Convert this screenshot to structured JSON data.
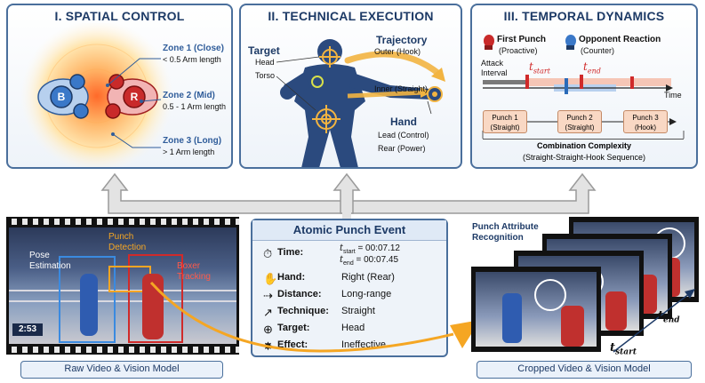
{
  "panels": {
    "spatial": {
      "title": "I. SPATIAL CONTROL",
      "zone1_title": "Zone 1 (Close)",
      "zone1_desc": "< 0.5 Arm length",
      "zone2_title": "Zone 2 (Mid)",
      "zone2_desc": "0.5 - 1 Arm length",
      "zone3_title": "Zone 3 (Long)",
      "zone3_desc": "> 1 Arm length",
      "blue_label": "B",
      "red_label": "R"
    },
    "technical": {
      "title": "II. TECHNICAL EXECUTION",
      "target_title": "Target",
      "target_head": "Head",
      "target_torso": "Torso",
      "trajectory_title": "Trajectory",
      "trajectory_outer": "Outer (Hook)",
      "trajectory_inner": "Inner (Straight)",
      "hand_title": "Hand",
      "hand_lead": "Lead (Control)",
      "hand_rear": "Rear (Power)"
    },
    "temporal": {
      "title": "III. TEMPORAL DYNAMICS",
      "first_punch_title": "First Punch",
      "first_punch_sub": "(Proactive)",
      "opponent_title": "Opponent Reaction",
      "opponent_sub": "(Counter)",
      "attack_interval": "Attack Interval",
      "t_start": "t",
      "t_start_sub": "start",
      "t_end": "t",
      "t_end_sub": "end",
      "time_label": "Time",
      "punches": [
        {
          "name": "Punch 1",
          "type": "(Straight)"
        },
        {
          "name": "Punch 2",
          "type": "(Straight)"
        },
        {
          "name": "Punch 3",
          "type": "(Hook)"
        }
      ],
      "complexity_title": "Combination Complexity",
      "complexity_sub": "(Straight-Straight-Hook Sequence)"
    }
  },
  "left_video": {
    "pose_label": "Pose Estimation",
    "punch_label": "Punch Detection",
    "boxer_label": "Boxer Tracking",
    "scoreboard_time": "2:53",
    "caption": "Raw Video & Vision Model"
  },
  "event": {
    "title": "Atomic Punch Event",
    "time_label": "Time:",
    "t_start_sub": "start",
    "t_start_value": "= 00:07.12",
    "t_end_sub": "end",
    "t_end_value": "= 00:07.45",
    "hand_label": "Hand:",
    "hand_value": "Right (Rear)",
    "distance_label": "Distance:",
    "distance_value": "Long-range",
    "technique_label": "Technique:",
    "technique_value": "Straight",
    "target_label": "Target:",
    "target_value": "Head",
    "effect_label": "Effect:",
    "effect_value": "Ineffective"
  },
  "right_video": {
    "recognition_label": "Punch Attribute Recognition",
    "t_end_sub": "end",
    "t_start_sub": "start",
    "t_symbol": "t",
    "caption": "Cropped Video & Vision Model"
  },
  "colors": {
    "panel_border": "#4a6f9c",
    "title_blue": "#1d3a66",
    "zone_blue": "#2f5c9a",
    "red": "#d02a2a",
    "blue_boxer": "#3a78c8",
    "orange": "#f5a623"
  }
}
